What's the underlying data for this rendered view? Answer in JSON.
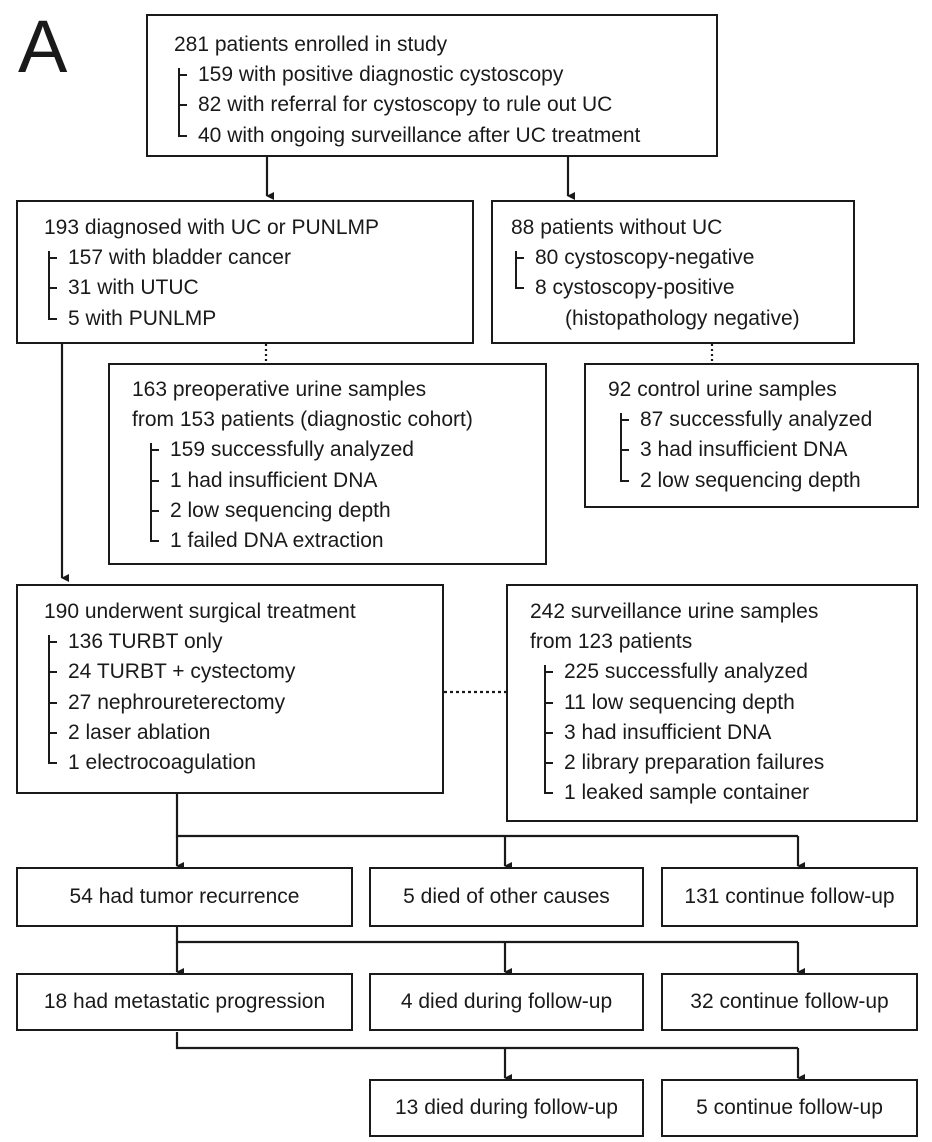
{
  "panel_letter": "A",
  "enrolled": {
    "title": "281 patients enrolled in study",
    "items": [
      "159 with positive diagnostic cystoscopy",
      "82 with referral for cystoscopy to rule out UC",
      "40 with ongoing surveillance after UC treatment"
    ]
  },
  "diagnosed": {
    "title": "193 diagnosed with UC or PUNLMP",
    "items": [
      "157 with bladder cancer",
      "31 with UTUC",
      "5 with PUNLMP"
    ]
  },
  "without_uc": {
    "title": "88 patients without UC",
    "items": [
      "80 cystoscopy-negative",
      "8 cystoscopy-positive"
    ],
    "continuation": "(histopathology negative)"
  },
  "preoperative": {
    "title_line1": "163 preoperative urine samples",
    "title_line2": "from 153 patients (diagnostic cohort)",
    "items": [
      "159 successfully analyzed",
      "1 had insufficient DNA",
      "2 low sequencing depth",
      "1 failed DNA extraction"
    ]
  },
  "control": {
    "title": "92 control urine samples",
    "items": [
      "87 successfully analyzed",
      "3 had insufficient DNA",
      "2 low sequencing depth"
    ]
  },
  "surgical": {
    "title": "190 underwent surgical treatment",
    "items": [
      "136 TURBT only",
      "24 TURBT + cystectomy",
      "27 nephroureterectomy",
      "2 laser ablation",
      "1 electrocoagulation"
    ]
  },
  "surveillance": {
    "title_line1": "242 surveillance urine samples",
    "title_line2": "from 123 patients",
    "items": [
      "225 successfully analyzed",
      "11 low sequencing depth",
      "3 had insufficient DNA",
      "2 library preparation failures",
      "1 leaked sample container"
    ]
  },
  "outcomes1": {
    "recurrence": "54 had tumor recurrence",
    "died_other": "5 died of other causes",
    "continue": "131 continue follow-up"
  },
  "outcomes2": {
    "metastatic": "18 had metastatic progression",
    "died": "4 died during follow-up",
    "continue": "32 continue follow-up"
  },
  "outcomes3": {
    "died": "13 died during follow-up",
    "continue": "5 continue follow-up"
  }
}
